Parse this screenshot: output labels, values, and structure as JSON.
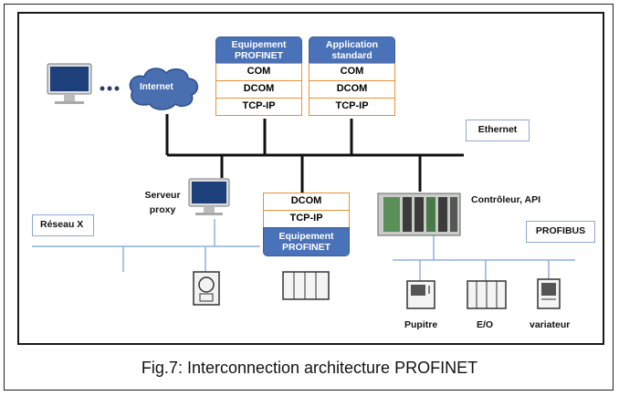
{
  "stacks": {
    "top_left": {
      "header": "Equipement PROFINET",
      "layers": [
        "COM",
        "DCOM",
        "TCP-IP"
      ]
    },
    "top_right": {
      "header": "Application standard",
      "layers": [
        "COM",
        "DCOM",
        "TCP-IP"
      ]
    },
    "middle": {
      "layers": [
        "DCOM",
        "TCP-IP"
      ],
      "footer": "Equipement PROFINET"
    }
  },
  "labels": {
    "internet": "Internet",
    "ethernet": "Ethernet",
    "serveur_proxy": "Serveur proxy",
    "reseau_x": "Réseau X",
    "controleur": "Contrôleur, API",
    "profibus": "PROFIBUS",
    "pupitre": "Pupitre",
    "eo": "E/O",
    "variateur": "variateur"
  },
  "caption": "Fig.7: Interconnection architecture PROFINET",
  "colors": {
    "header_blue": "#4a72b8",
    "layer_orange": "#e8913a",
    "wire_blue": "#8fb0dc",
    "ethernet_black": "#111111"
  }
}
